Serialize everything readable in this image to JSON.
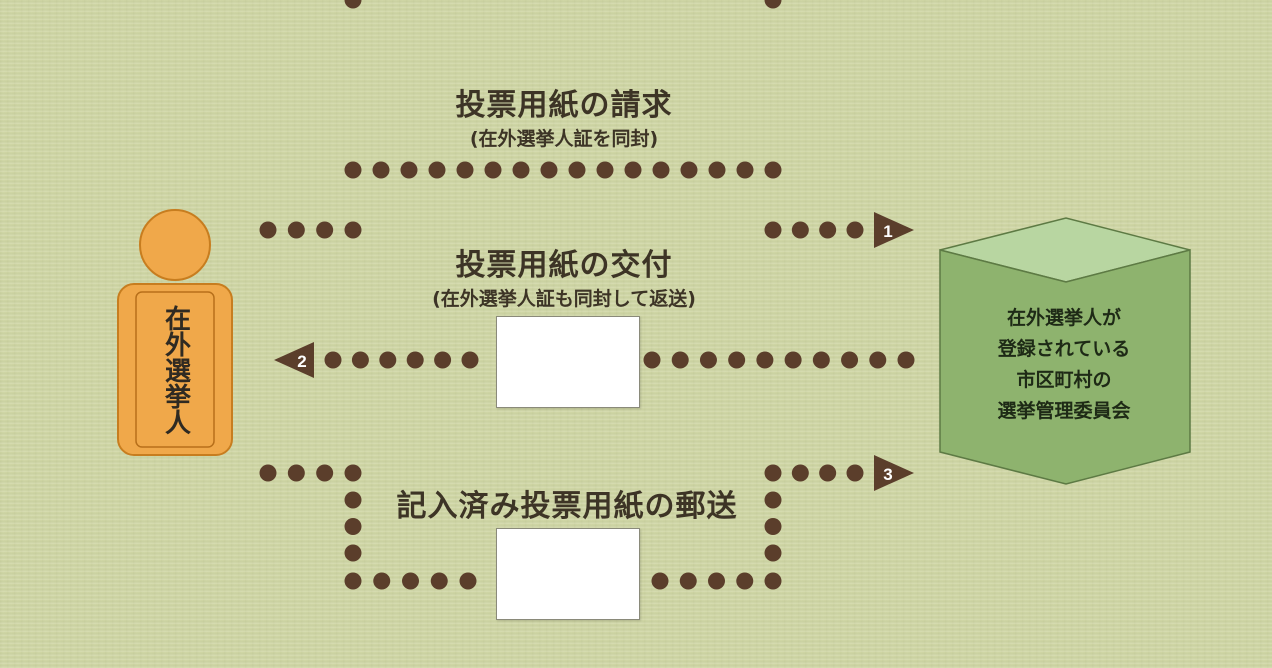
{
  "flows": [
    {
      "number": "1",
      "title": "投票用紙の請求",
      "subtitle": "(在外選挙人証を同封)"
    },
    {
      "number": "2",
      "title": "投票用紙の交付",
      "subtitle": "(在外選挙人証も同封して返送)"
    },
    {
      "number": "3",
      "title": "記入済み投票用紙の郵送",
      "subtitle": ""
    }
  ],
  "voter": {
    "label": "在外選挙人"
  },
  "committee": {
    "lines": [
      "在外選挙人が",
      "登録されている",
      "市区町村の",
      "選挙管理委員会"
    ]
  },
  "colors": {
    "background": "#cfd6a4",
    "dots": "#5b3e2b",
    "person": "#f0a84a",
    "box_front": "#8eb36e",
    "box_top": "#b8d6a1"
  }
}
